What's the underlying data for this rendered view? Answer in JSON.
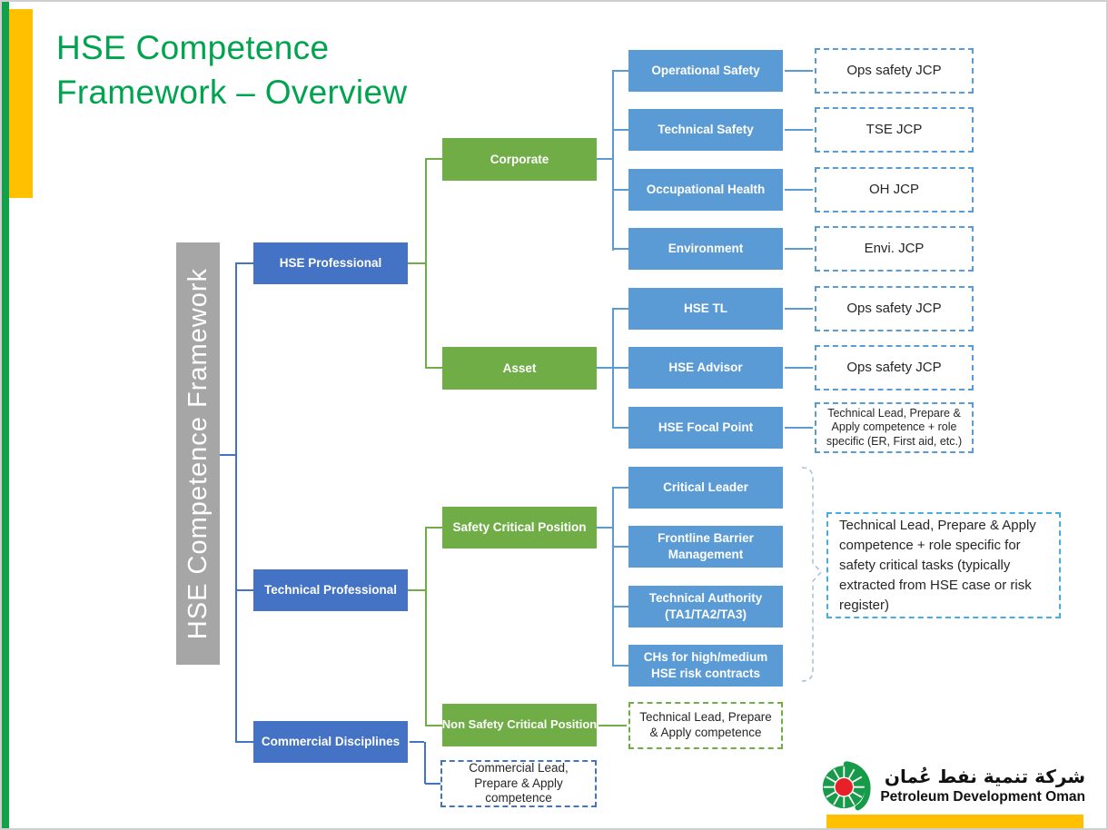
{
  "slide": {
    "title_line1": "HSE Competence",
    "title_line2": "Framework – Overview",
    "side_label": "HSE Competence Framework"
  },
  "tree": {
    "level1": [
      "HSE Professional",
      "Technical Professional",
      "Commercial Disciplines"
    ],
    "level2": [
      "Corporate",
      "Asset",
      "Safety Critical Position",
      "Non Safety Critical Position"
    ],
    "level3": [
      "Operational Safety",
      "Technical Safety",
      "Occupational Health",
      "Environment",
      "HSE TL",
      "HSE Advisor",
      "HSE Focal Point",
      "Critical Leader",
      "Frontline Barrier Management",
      "Technical Authority (TA1/TA2/TA3)",
      "CHs for high/medium HSE risk contracts"
    ],
    "jcp": [
      "Ops safety JCP",
      "TSE JCP",
      "OH JCP",
      "Envi. JCP",
      "Ops safety JCP",
      "Ops safety JCP",
      "Technical Lead, Prepare & Apply competence + role specific (ER, First aid, etc.)"
    ],
    "notes": {
      "safety_critical": "Technical Lead, Prepare & Apply competence + role specific for safety critical tasks (typically extracted from HSE case or risk register)",
      "non_safety_critical": "Technical Lead, Prepare & Apply competence",
      "commercial": "Commercial Lead, Prepare & Apply competence"
    }
  },
  "footer": {
    "logo_arabic": "شركة تنمية نفط عُمان",
    "logo_english": "Petroleum Development Oman"
  },
  "colors": {
    "brand_green": "#00A44F",
    "box_dark_blue": "#4472C4",
    "box_light_blue": "#5B9BD5",
    "box_green": "#70AD47",
    "gray_label": "#A6A6A6",
    "accent_yellow": "#FFC000",
    "dashed_cyan": "#45ADE0"
  }
}
